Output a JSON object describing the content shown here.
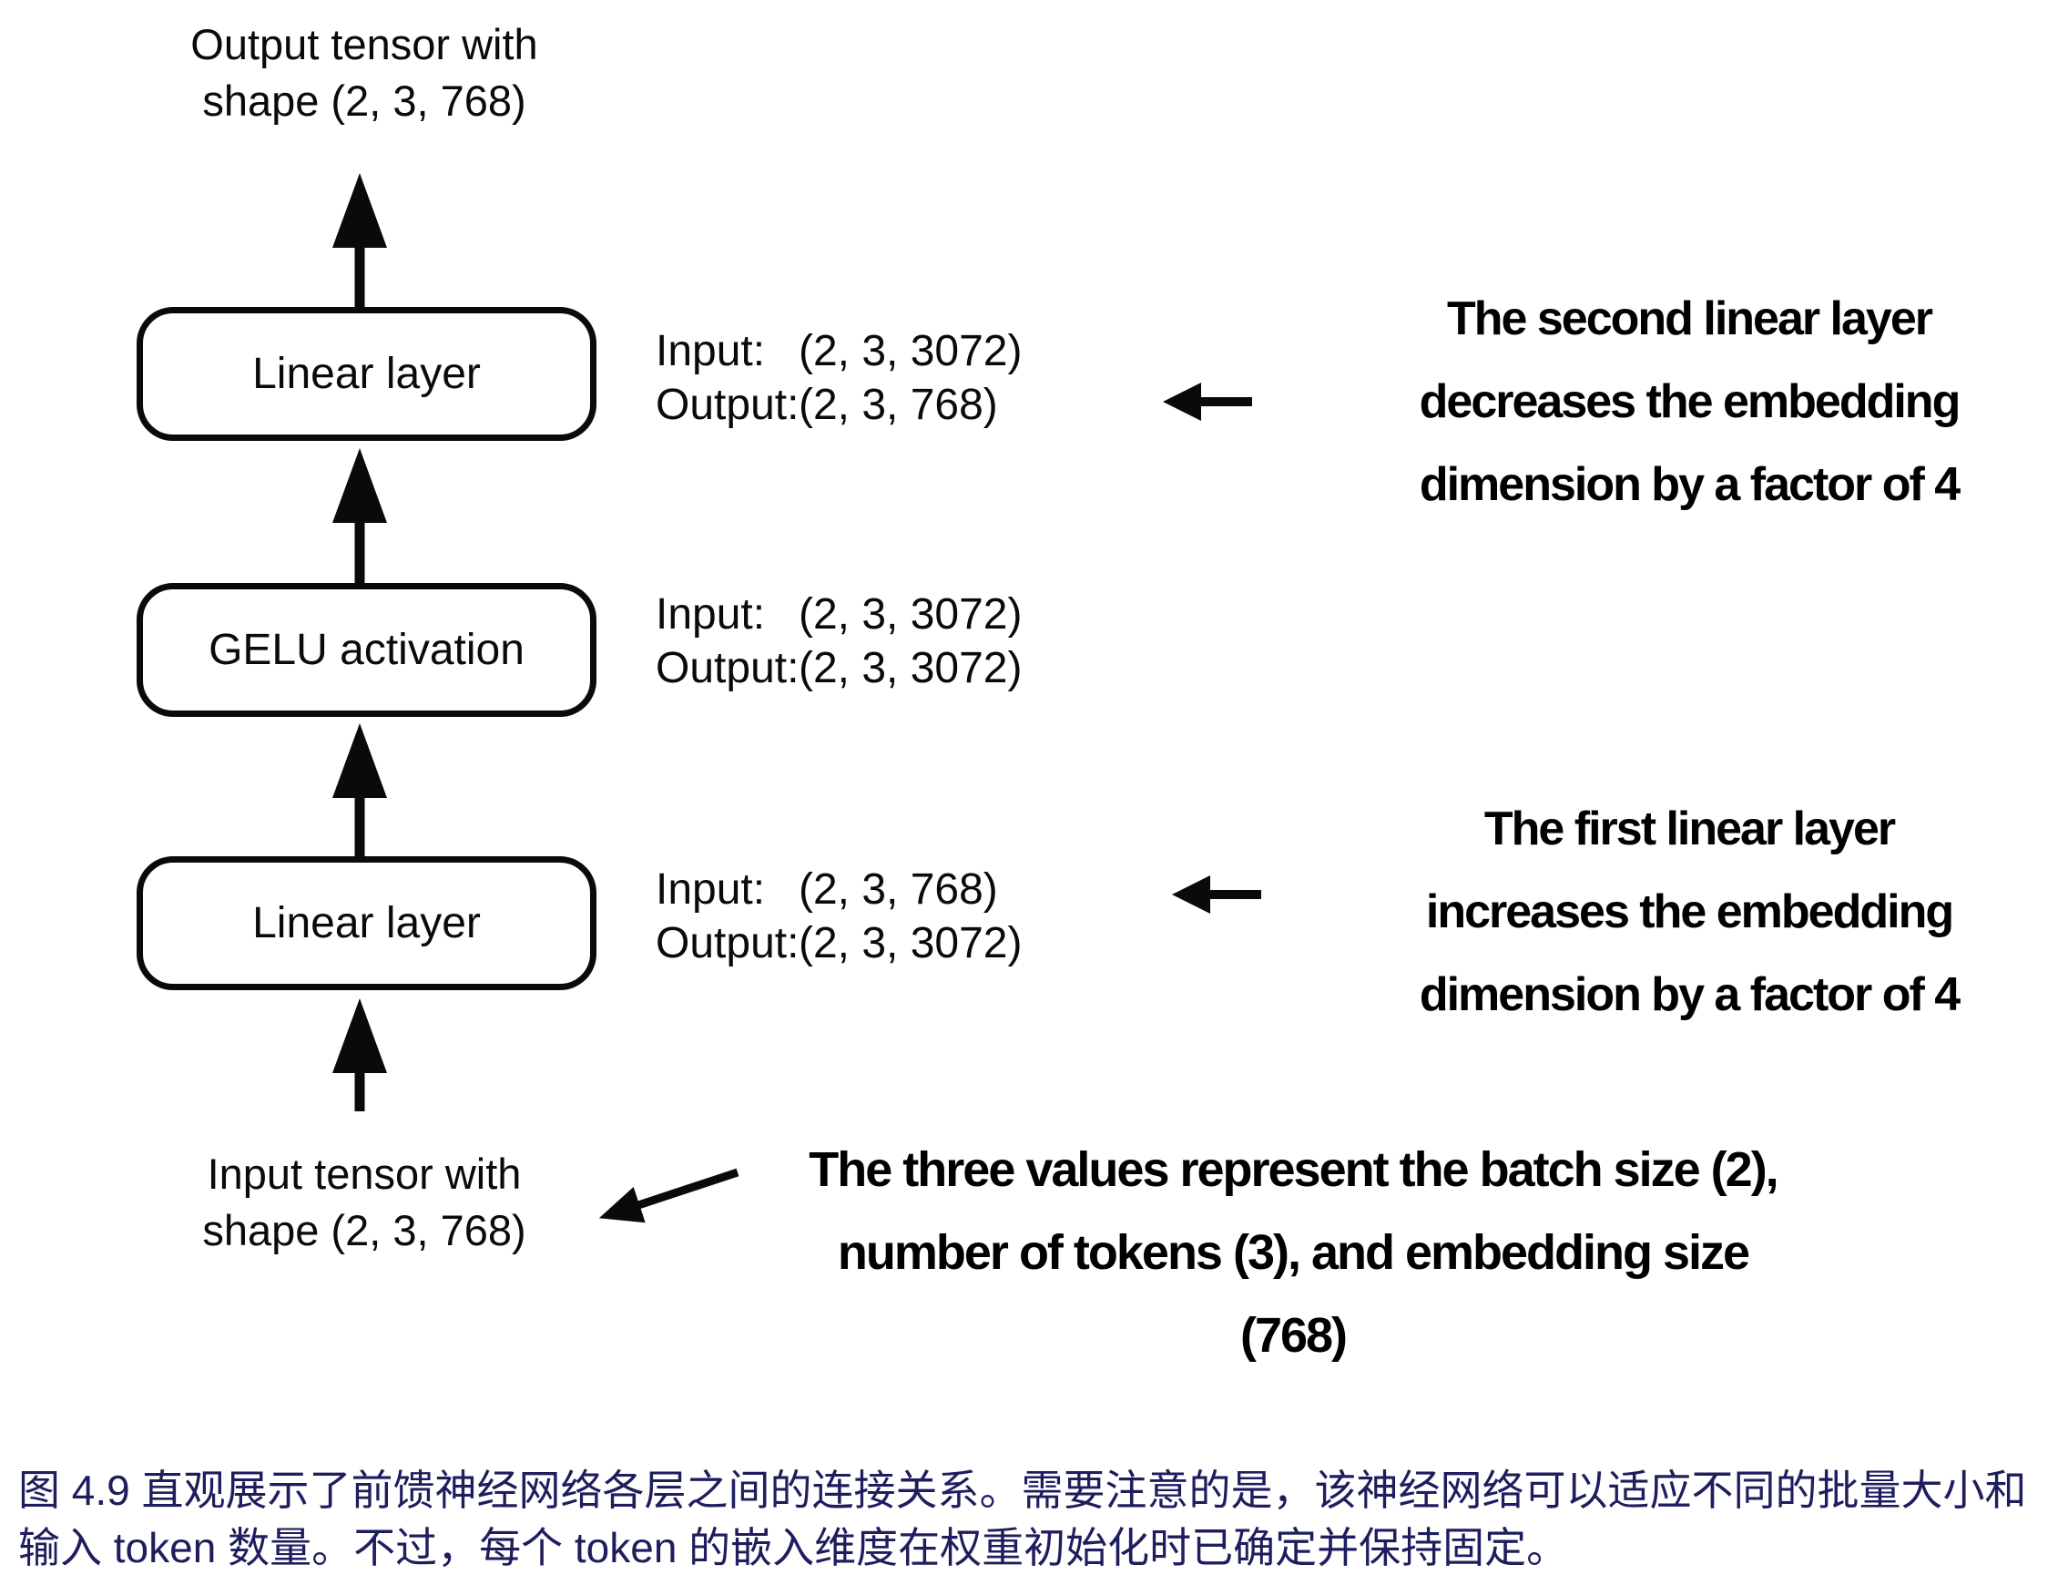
{
  "figure": {
    "top_label": {
      "line1": "Output tensor with",
      "line2": "shape (2, 3, 768)"
    },
    "bottom_label": {
      "line1": "Input tensor with",
      "line2": "shape (2, 3, 768)"
    },
    "boxes": [
      {
        "label": "Linear layer"
      },
      {
        "label": "GELU activation"
      },
      {
        "label": "Linear layer"
      }
    ],
    "io_blocks": [
      {
        "input_label": "Input:",
        "input_value": "(2, 3, 3072)",
        "output_label": "Output:",
        "output_value": "(2, 3, 768)"
      },
      {
        "input_label": "Input:",
        "input_value": "(2, 3, 3072)",
        "output_label": "Output:",
        "output_value": "(2, 3, 3072)"
      },
      {
        "input_label": "Input:",
        "input_value": "(2, 3, 768)",
        "output_label": "Output:",
        "output_value": "(2, 3, 3072)"
      }
    ],
    "annotations": {
      "second_linear": {
        "line1": "The second linear layer",
        "line2": "decreases the embedding",
        "line3": "dimension by a factor of 4"
      },
      "first_linear": {
        "line1": "The first linear layer",
        "line2": "increases the embedding",
        "line3": "dimension by a factor of 4"
      },
      "three_values": {
        "line1": "The three values represent the batch size (2),",
        "line2": "number of tokens (3), and embedding size",
        "line3": "(768)"
      }
    },
    "ink_color": "#000000",
    "background_color": "#ffffff"
  },
  "caption": {
    "line1": "图 4.9 直观展示了前馈神经网络各层之间的连接关系。需要注意的是，该神经网络可以适应不同的批量大小和",
    "line2": "输入 token 数量。不过，每个 token 的嵌入维度在权重初始化时已确定并保持固定。",
    "color": "#1e1e5e"
  }
}
